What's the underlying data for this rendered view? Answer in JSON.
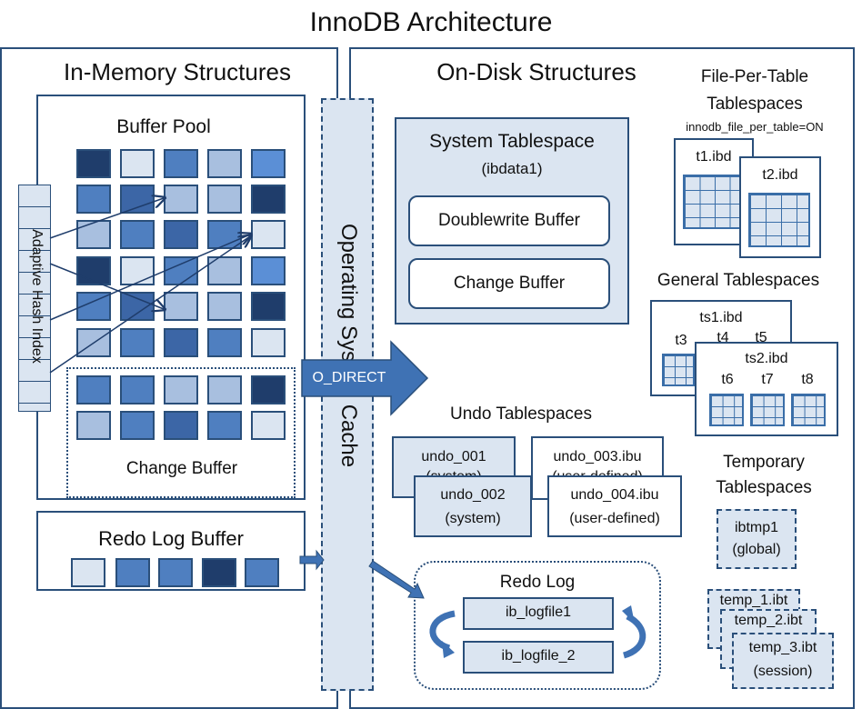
{
  "title": "InnoDB Architecture",
  "memory": {
    "heading": "In-Memory Structures",
    "buffer_pool": "Buffer Pool",
    "change_buffer": "Change Buffer",
    "adaptive_hash_index": "Adaptive Hash Index",
    "redo_log_buffer": "Redo Log Buffer"
  },
  "os_cache": "Operating System Cache",
  "o_direct": "O_DIRECT",
  "disk": {
    "heading": "On-Disk Structures",
    "system_tablespace": {
      "title": "System Tablespace",
      "file": "(ibdata1)",
      "doublewrite": "Doublewrite Buffer",
      "change_buffer": "Change Buffer"
    },
    "file_per_table": {
      "title_line1": "File-Per-Table",
      "title_line2": "Tablespaces",
      "setting": "innodb_file_per_table=ON",
      "t1": "t1.ibd",
      "t2": "t2.ibd"
    },
    "general": {
      "title": "General Tablespaces",
      "ts1": "ts1.ibd",
      "ts2": "ts2.ibd",
      "t3": "t3",
      "t4": "t4",
      "t5": "t5",
      "t6": "t6",
      "t7": "t7",
      "t8": "t8"
    },
    "undo": {
      "title": "Undo Tablespaces",
      "u1_name": "undo_001",
      "u1_type": "(system)",
      "u2_name": "undo_002",
      "u2_type": "(system)",
      "u3_name": "undo_003.ibu",
      "u3_type": "(user-defined)",
      "u4_name": "undo_004.ibu",
      "u4_type": "(user-defined)"
    },
    "temporary": {
      "title_line1": "Temporary",
      "title_line2": "Tablespaces",
      "ibtmp1": "ibtmp1",
      "ibtmp1_type": "(global)",
      "temp1": "temp_1.ibt",
      "temp2": "temp_2.ibt",
      "temp3": "temp_3.ibt",
      "session": "(session)"
    },
    "redo_log": {
      "title": "Redo Log",
      "file1": "ib_logfile1",
      "file2": "ib_logfile_2"
    }
  },
  "colors": {
    "navy": "#1f3d6b",
    "blue": "#4f7fc0",
    "mid": "#3c66a6",
    "light": "#a8bfdf",
    "pale": "#dbe5f1",
    "sky": "#5b8fd6"
  }
}
